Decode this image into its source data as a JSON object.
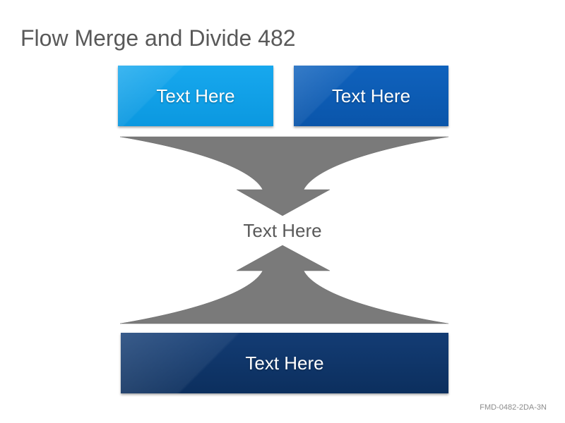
{
  "title": "Flow Merge and Divide 482",
  "boxes": {
    "top_left": "Text Here",
    "top_right": "Text Here",
    "bottom": "Text Here"
  },
  "center_label": "Text Here",
  "footer_code": "FMD-0482-2DA-3N",
  "colors": {
    "top_left_box": "#0b98e0",
    "top_right_box": "#0a55aa",
    "bottom_box": "#0c2f5e",
    "arrow": "#7a7a7a",
    "title_text": "#595959"
  }
}
